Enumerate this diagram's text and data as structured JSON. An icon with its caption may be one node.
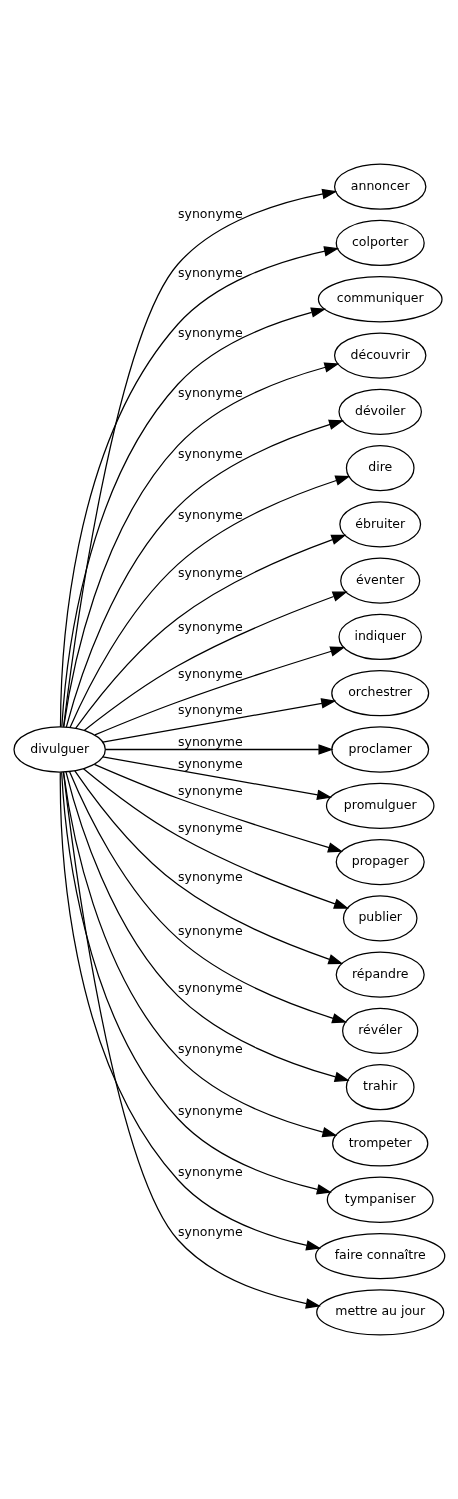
{
  "diagram": {
    "nodes": [
      {
        "text": [
          "divulguer"
        ]
      },
      {
        "text": [
          "annoncer"
        ]
      },
      {
        "text": [
          "colporter"
        ]
      },
      {
        "text": [
          "communiquer"
        ]
      },
      {
        "text": [
          "découvrir"
        ]
      },
      {
        "text": [
          "dévoiler"
        ]
      },
      {
        "text": [
          "dire"
        ]
      },
      {
        "text": [
          "ébruiter"
        ]
      },
      {
        "text": [
          "éventer"
        ]
      },
      {
        "text": [
          "indiquer"
        ]
      },
      {
        "text": [
          "orchestrer"
        ]
      },
      {
        "text": [
          "proclamer"
        ]
      },
      {
        "text": [
          "promulguer"
        ]
      },
      {
        "text": [
          "propager"
        ]
      },
      {
        "text": [
          "publier"
        ]
      },
      {
        "text": [
          "répandre"
        ]
      },
      {
        "text": [
          "révéler"
        ]
      },
      {
        "text": [
          "trahir"
        ]
      },
      {
        "text": [
          "trompeter"
        ]
      },
      {
        "text": [
          "tympaniser"
        ]
      },
      {
        "text": [
          "faire connaître"
        ]
      },
      {
        "text": [
          "mettre au jour"
        ]
      }
    ],
    "edges": [
      {
        "from": 0,
        "to": 1,
        "arrow": "to",
        "label": "synonyme"
      },
      {
        "from": 0,
        "to": 2,
        "arrow": "to",
        "label": "synonyme"
      },
      {
        "from": 0,
        "to": 3,
        "arrow": "to",
        "label": "synonyme"
      },
      {
        "from": 0,
        "to": 4,
        "arrow": "to",
        "label": "synonyme"
      },
      {
        "from": 0,
        "to": 5,
        "arrow": "to",
        "label": "synonyme"
      },
      {
        "from": 0,
        "to": 6,
        "arrow": "to",
        "label": "synonyme"
      },
      {
        "from": 0,
        "to": 7,
        "arrow": "to",
        "label": "synonyme"
      },
      {
        "from": 0,
        "to": 8,
        "arrow": "to",
        "label": "synonyme"
      },
      {
        "from": 0,
        "to": 9,
        "arrow": "to",
        "label": "synonyme"
      },
      {
        "from": 0,
        "to": 10,
        "arrow": "to",
        "label": "synonyme"
      },
      {
        "from": 0,
        "to": 11,
        "arrow": "to",
        "label": "synonyme"
      },
      {
        "from": 0,
        "to": 12,
        "arrow": "to",
        "label": "synonyme"
      },
      {
        "from": 0,
        "to": 13,
        "arrow": "to",
        "label": "synonyme"
      },
      {
        "from": 0,
        "to": 14,
        "arrow": "to",
        "label": "synonyme"
      },
      {
        "from": 0,
        "to": 15,
        "arrow": "to",
        "label": "synonyme"
      },
      {
        "from": 0,
        "to": 16,
        "arrow": "to",
        "label": "synonyme"
      },
      {
        "from": 0,
        "to": 17,
        "arrow": "to",
        "label": "synonyme"
      },
      {
        "from": 0,
        "to": 18,
        "arrow": "to",
        "label": "synonyme"
      },
      {
        "from": 0,
        "to": 19,
        "arrow": "to",
        "label": "synonyme"
      },
      {
        "from": 0,
        "to": 20,
        "arrow": "to",
        "label": "synonyme"
      },
      {
        "from": 0,
        "to": 21,
        "arrow": "to",
        "label": "synonyme"
      }
    ]
  }
}
